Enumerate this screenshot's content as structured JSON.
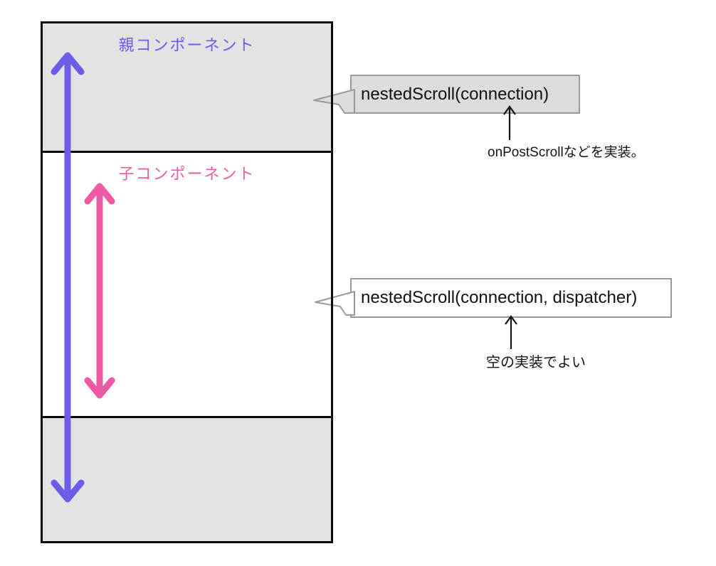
{
  "diagram": {
    "parent_label": "親コンポーネント",
    "child_label": "子コンポーネント",
    "colors": {
      "parent_accent": "#6c5ce8",
      "child_accent": "#ee5aa4",
      "section_gray": "#e3e3e3",
      "callout_gray": "#dcdcdc",
      "callout_border": "#999999",
      "frame_black": "#0a0a0a",
      "note_black": "#141414"
    }
  },
  "callouts": {
    "parent": {
      "label": "nestedScroll(connection)",
      "note": "onPostScrollなどを実装。"
    },
    "child": {
      "label": "nestedScroll(connection, dispatcher)",
      "note": "空の実装でよい"
    }
  }
}
